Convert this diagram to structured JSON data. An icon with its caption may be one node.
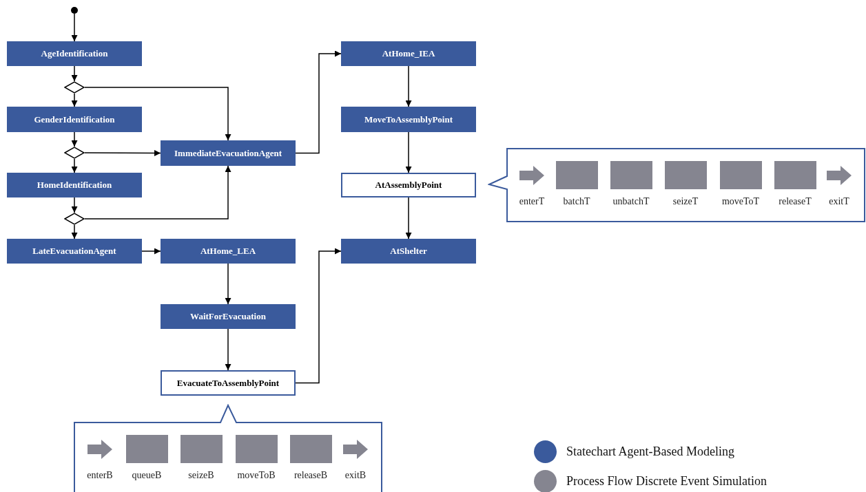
{
  "diagram": {
    "nodes": [
      {
        "text": [],
        "shape": "circle"
      },
      {
        "text": [
          "AgeIdentification"
        ]
      },
      {
        "text": [],
        "shape": "diamond"
      },
      {
        "text": [
          "GenderIdentification"
        ]
      },
      {
        "text": [],
        "shape": "diamond"
      },
      {
        "text": [
          "HomeIdentification"
        ]
      },
      {
        "text": [],
        "shape": "diamond"
      },
      {
        "text": [
          "LateEvacuationAgent"
        ]
      },
      {
        "text": [
          "ImmediateEvacuationAgent"
        ]
      },
      {
        "text": [
          "AtHome_LEA"
        ]
      },
      {
        "text": [
          "WaitForEvacuation"
        ]
      },
      {
        "text": [
          "EvacuateToAssemblyPoint"
        ]
      },
      {
        "text": [
          "AtHome_IEA"
        ]
      },
      {
        "text": [
          "MoveToAssemblyPoint"
        ]
      },
      {
        "text": [
          "AtAssemblyPoint"
        ]
      },
      {
        "text": [
          "AtShelter"
        ]
      },
      {
        "text": [],
        "shape": "callout"
      },
      {
        "text": [
          "enterT"
        ],
        "in": 16
      },
      {
        "text": [
          "batchT"
        ],
        "in": 16
      },
      {
        "text": [
          "unbatchT"
        ],
        "in": 16
      },
      {
        "text": [
          "seizeT"
        ],
        "in": 16
      },
      {
        "text": [
          "moveToT"
        ],
        "in": 16
      },
      {
        "text": [
          "releaseT"
        ],
        "in": 16
      },
      {
        "text": [
          "exitT"
        ],
        "in": 16
      },
      {
        "text": [],
        "shape": "callout"
      },
      {
        "text": [
          "enterB"
        ],
        "in": 24
      },
      {
        "text": [
          "queueB"
        ],
        "in": 24
      },
      {
        "text": [
          "seizeB"
        ],
        "in": 24
      },
      {
        "text": [
          "moveToB"
        ],
        "in": 24
      },
      {
        "text": [
          "releaseB"
        ],
        "in": 24
      },
      {
        "text": [
          "exitB"
        ],
        "in": 24
      }
    ],
    "edges": [
      {
        "from": 0,
        "to": 1,
        "arrow": "to"
      },
      {
        "from": 1,
        "to": 2,
        "arrow": "to"
      },
      {
        "from": 2,
        "to": 3,
        "arrow": "to"
      },
      {
        "from": 2,
        "to": 8,
        "arrow": "to"
      },
      {
        "from": 3,
        "to": 4,
        "arrow": "to"
      },
      {
        "from": 4,
        "to": 5,
        "arrow": "to"
      },
      {
        "from": 4,
        "to": 8,
        "arrow": "to"
      },
      {
        "from": 5,
        "to": 6,
        "arrow": "to"
      },
      {
        "from": 6,
        "to": 7,
        "arrow": "to"
      },
      {
        "from": 6,
        "to": 8,
        "arrow": "to"
      },
      {
        "from": 7,
        "to": 9,
        "arrow": "to"
      },
      {
        "from": 8,
        "to": 12,
        "arrow": "to"
      },
      {
        "from": 9,
        "to": 10,
        "arrow": "to"
      },
      {
        "from": 10,
        "to": 11,
        "arrow": "to"
      },
      {
        "from": 11,
        "to": 15,
        "arrow": "to"
      },
      {
        "from": 12,
        "to": 13,
        "arrow": "to"
      },
      {
        "from": 13,
        "to": 14,
        "arrow": "to"
      },
      {
        "from": 14,
        "to": 15,
        "arrow": "to"
      }
    ],
    "legend": [
      {
        "text": "Statechart Agent-Based Modeling",
        "color": "#3a5a9c"
      },
      {
        "text": "Process Flow Discrete Event Simulation",
        "color": "#858590"
      }
    ]
  }
}
